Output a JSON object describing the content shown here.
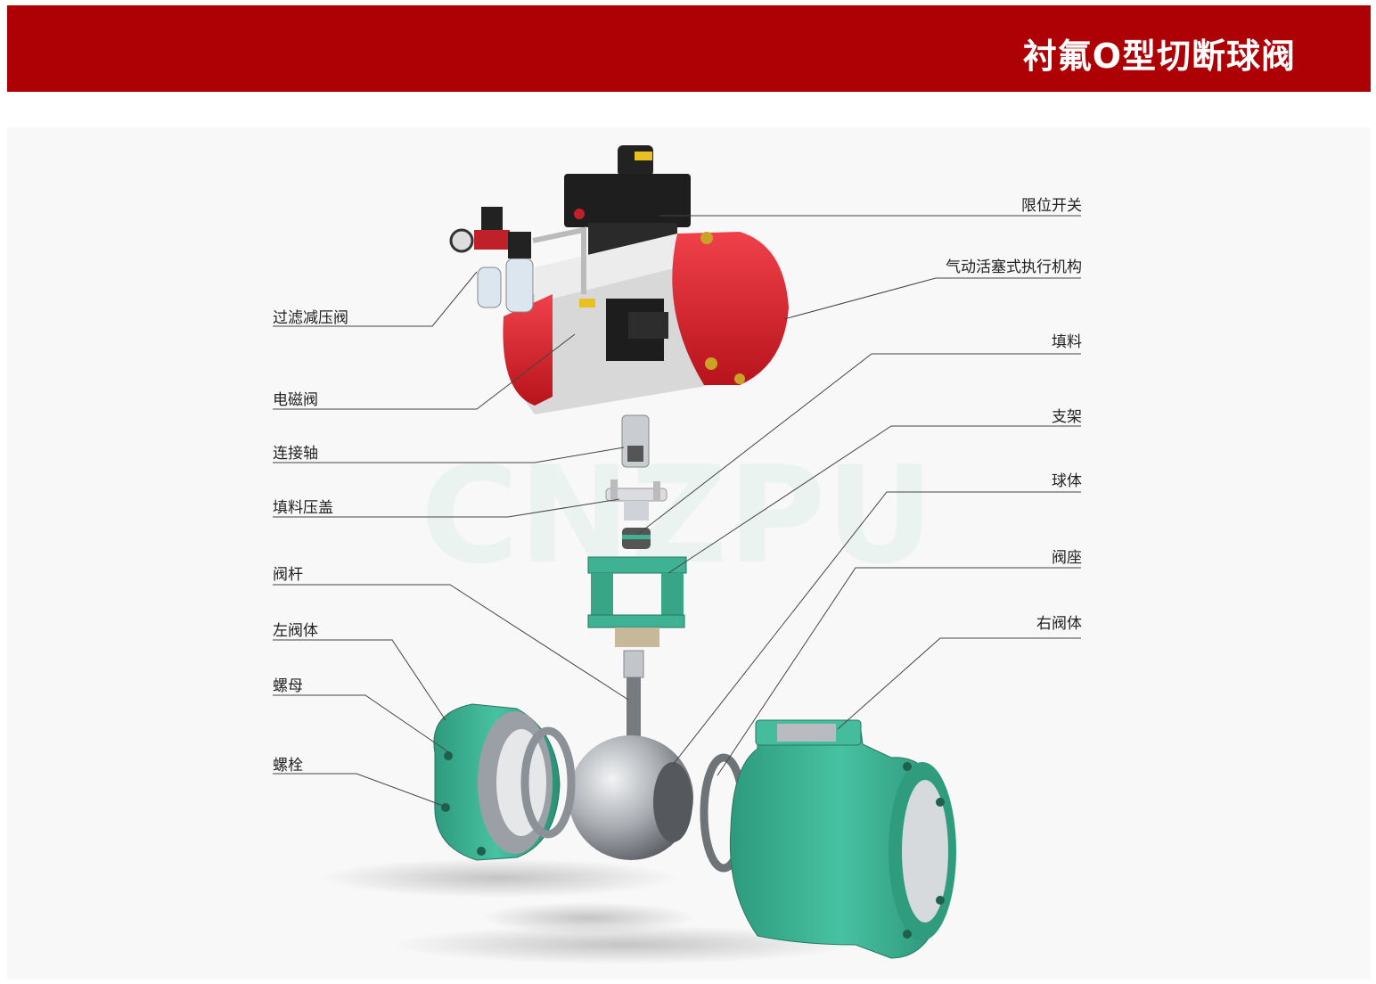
{
  "header": {
    "title": "衬氟O型切断球阀",
    "bg_color": "#ad0106"
  },
  "watermark": {
    "text": "CNZPU"
  },
  "labels": {
    "left": {
      "filter_regulator": "过滤减压阀",
      "solenoid_valve": "电磁阀",
      "coupling_shaft": "连接轴",
      "packing_gland": "填料压盖",
      "stem": "阀杆",
      "left_body": "左阀体",
      "nut": "螺母",
      "bolt": "螺栓"
    },
    "right": {
      "limit_switch": "限位开关",
      "actuator": "气动活塞式执行机构",
      "packing": "填料",
      "bracket": "支架",
      "ball": "球体",
      "seat": "阀座",
      "right_body": "右阀体"
    }
  },
  "colors": {
    "actuator_red": "#e0222d",
    "body_green": "#3fb294",
    "metal": "#b5b8bc",
    "leader_line": "#444444"
  }
}
